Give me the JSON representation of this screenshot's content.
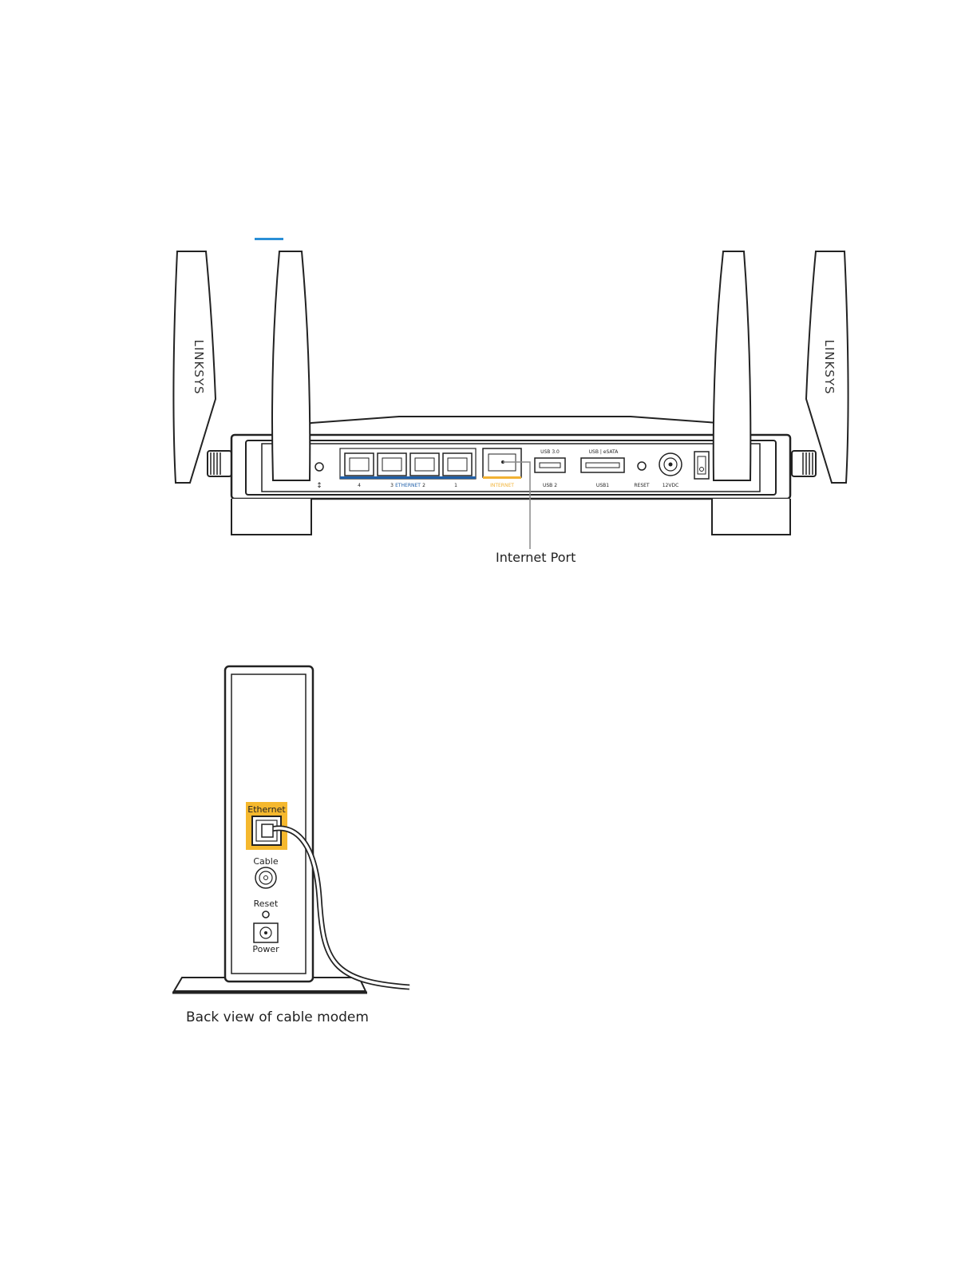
{
  "router": {
    "brand": "LINKSYS",
    "port_labels": {
      "wps": "↕",
      "eth4": "4",
      "eth3": "3",
      "ethernet": "ETHERNET",
      "eth2": "2",
      "eth1": "1",
      "internet": "INTERNET",
      "usb30": "USB 3.0",
      "usb2": "USB 2",
      "usb_esata": "USB | eSATA",
      "usb1": "USB1",
      "reset": "RESET",
      "power_dc": "12VDC"
    },
    "colors": {
      "ethernet": "#1f5fa8",
      "internet": "#f2b233"
    },
    "callout": "Internet Port"
  },
  "modem": {
    "labels": {
      "ethernet": "Ethernet",
      "cable": "Cable",
      "reset": "Reset",
      "power": "Power"
    },
    "colors": {
      "ethernet": "#f5b82e"
    },
    "caption": "Back view of cable modem"
  },
  "accent": "#2a8fd6"
}
